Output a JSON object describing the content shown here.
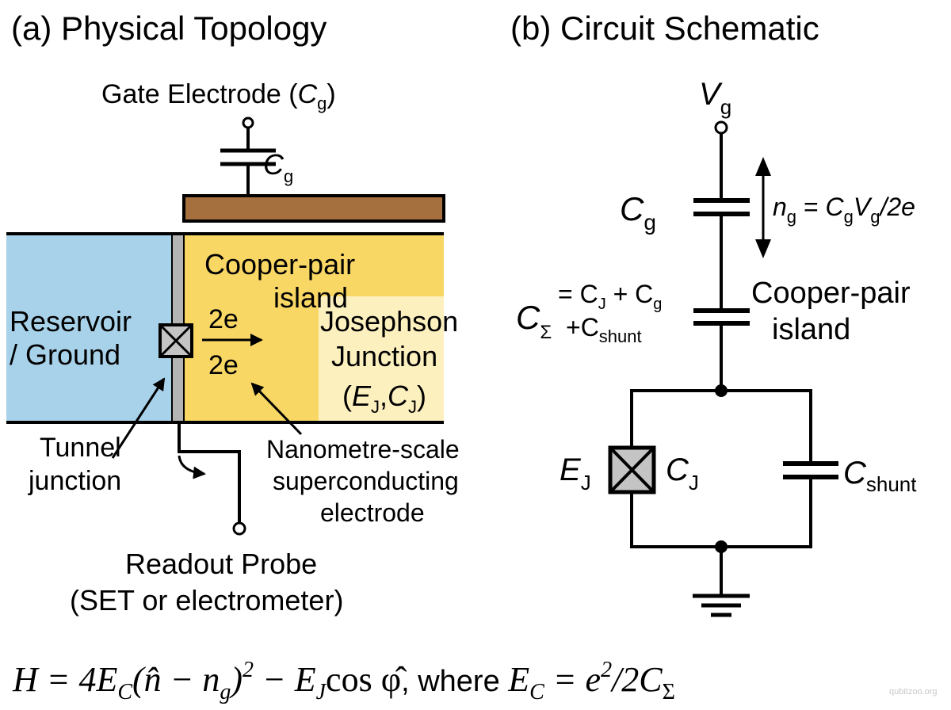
{
  "panel_a": {
    "title": "(a) Physical Topology",
    "gate_label_prefix": "Gate Electrode (",
    "gate_label_sym": "C",
    "gate_label_sub": "g",
    "gate_label_suffix": ")",
    "cap_sym": "C",
    "cap_sub": "g",
    "reservoir_line1": "Reservoir",
    "reservoir_line2": "/ Ground",
    "island_line1": "Cooper-pair",
    "island_line2": "island",
    "charge_top": "2e",
    "charge_bottom": "2e",
    "jj_line1": "Josephson",
    "jj_line2": "Junction",
    "jj_line3_open": "(",
    "jj_E": "E",
    "jj_E_sub": "J",
    "jj_comma": ",",
    "jj_C": "C",
    "jj_C_sub": "J",
    "jj_close": ")",
    "tunnel_line1": "Tunnel",
    "tunnel_line2": "junction",
    "nano_line1": "Nanometre-scale",
    "nano_line2": "superconducting",
    "nano_line3": "electrode",
    "readout_line1": "Readout Probe",
    "readout_line2": "(SET or electrometer)"
  },
  "panel_b": {
    "title": "(b) Circuit Schematic",
    "vg_sym": "V",
    "vg_sub": "g",
    "cg_sym": "C",
    "cg_sub": "g",
    "ng_n": "n",
    "ng_n_sub": "g",
    "ng_eq": " = ",
    "ng_C": "C",
    "ng_C_sub": "g",
    "ng_V": "V",
    "ng_V_sub": "g",
    "ng_tail": "/2e",
    "csum_sym": "C",
    "csum_sub": "Σ",
    "csum_eq1": "= C",
    "csum_eq1_sub": "J",
    "csum_eq1_plus": " + C",
    "csum_eq1_sub2": "g",
    "csum_eq2": "+C",
    "csum_eq2_sub": "shunt",
    "island_line1": "Cooper-pair",
    "island_line2": "island",
    "ej_sym": "E",
    "ej_sub": "J",
    "cj_sym": "C",
    "cj_sub": "J",
    "cshunt_sym": "C",
    "cshunt_sub": "shunt"
  },
  "equation": {
    "text": "H = 4E_C(n̂ − n_g)² − E_J cos φ̂, where E_C = e²/2C_Σ",
    "part1": "H = 4E",
    "part1_sub": "C",
    "part2": "(n̂ − n",
    "part2_sub": "g",
    "part3": ")",
    "part3_sup": "2",
    "part4": " − E",
    "part4_sub": "J",
    "part5": "cos φ̂",
    "part6": ", where ",
    "part7": "E",
    "part7_sub": "C",
    "part8": " = e",
    "part8_sup": "2",
    "part9": "/2C",
    "part9_sub": "Σ"
  },
  "watermark": "qubitzoo.org",
  "colors": {
    "reservoir": "#a8d2ea",
    "island": "#f9d765",
    "junction_region": "#fdf0bf",
    "gate_electrode": "#a56f3e",
    "barrier": "#b4b4b4",
    "junction_box": "#c4c4c4"
  }
}
